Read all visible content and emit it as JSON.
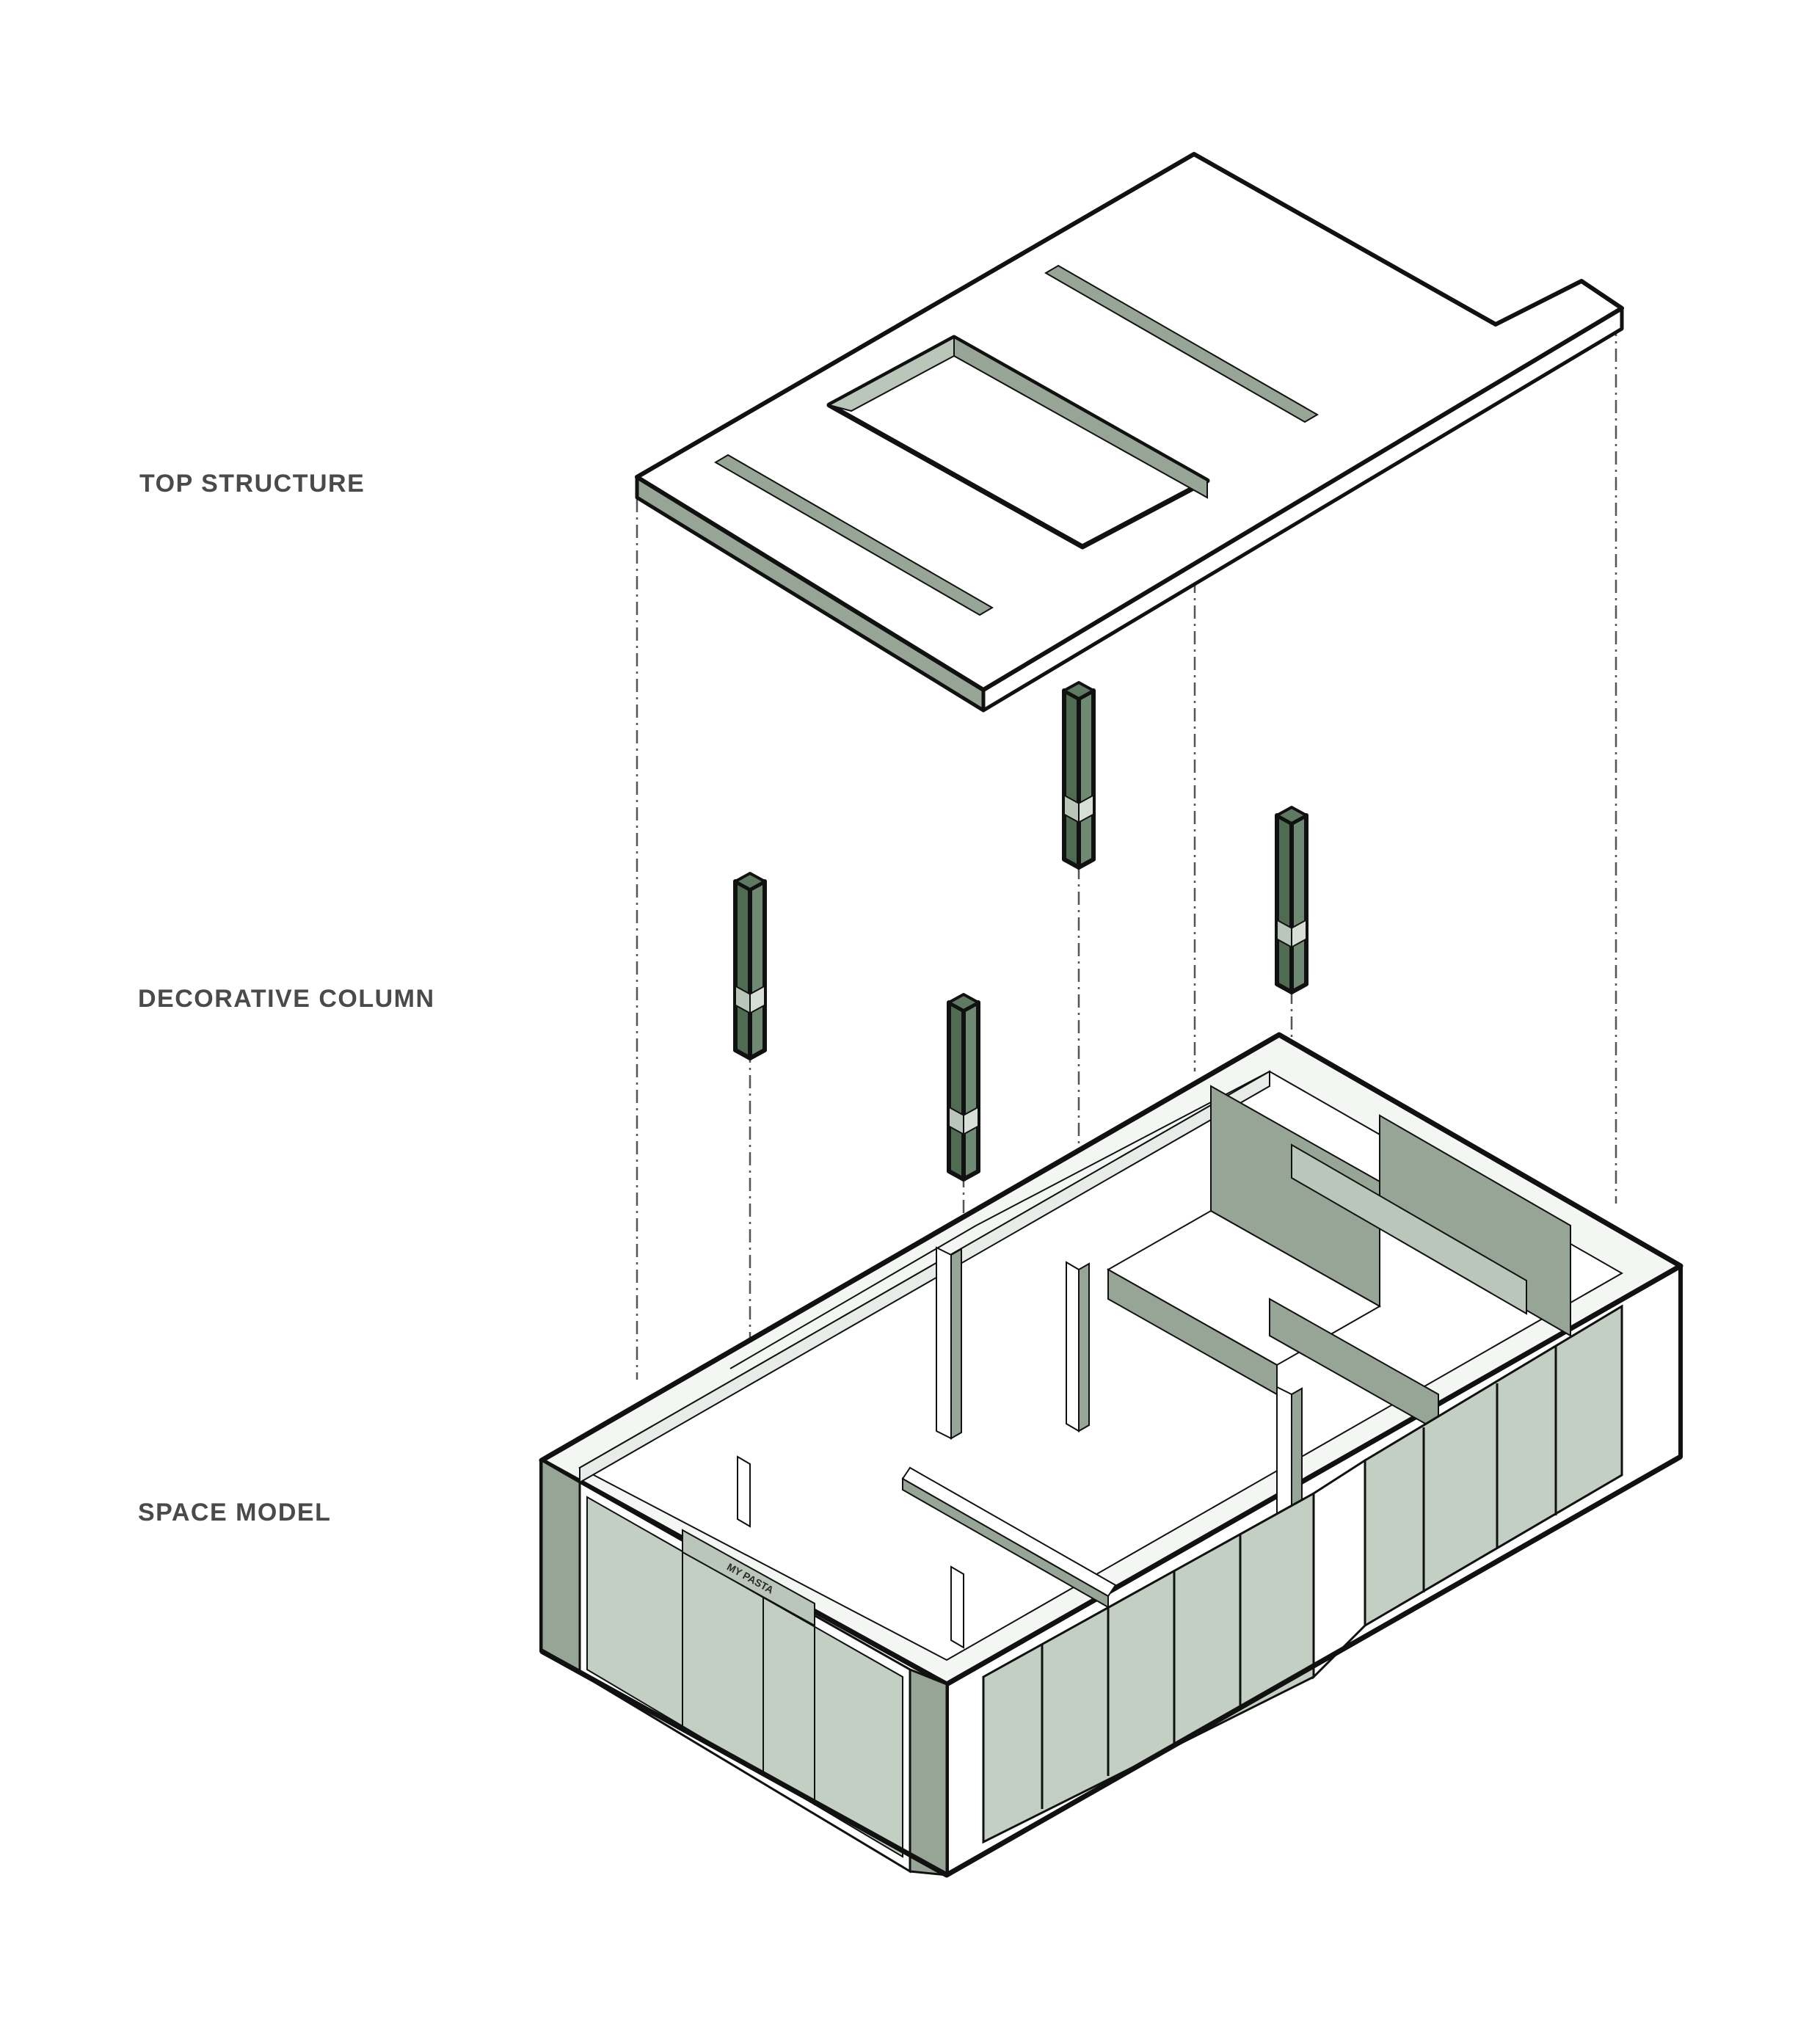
{
  "labels": {
    "top_structure": "TOP STRUCTURE",
    "decorative_column": "DECORATIVE COLUMN",
    "space_model": "SPACE MODEL"
  },
  "storefront_sign": "MY PASTA",
  "colors": {
    "background": "#ffffff",
    "line": "#111111",
    "sage": "#96a596",
    "sage_light": "#b9c6b9",
    "glass": "#c3cfc3",
    "column_dark": "#4f6b52",
    "label_text": "#4a4a4a"
  }
}
